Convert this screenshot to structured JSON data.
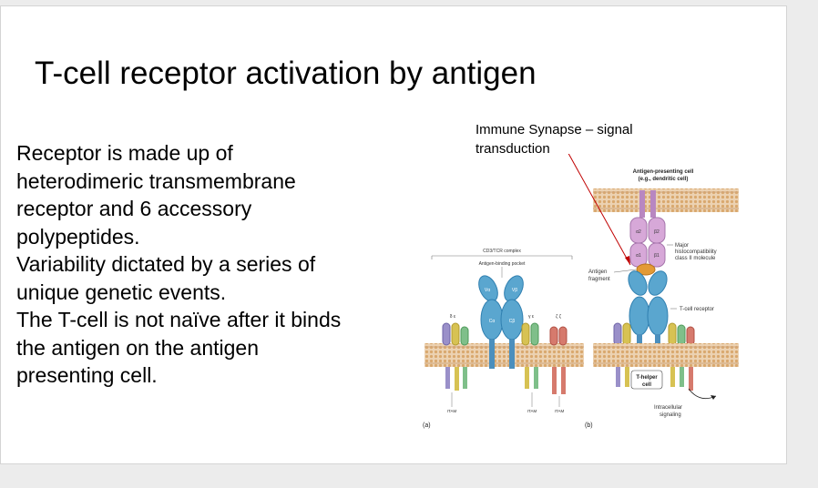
{
  "slide": {
    "title": "T-cell receptor activation by antigen",
    "body_lines": [
      "Receptor is made up of",
      "heterodimeric transmembrane",
      "receptor and 6 accessory",
      "polypeptides.",
      "Variability dictated by a series of",
      "unique genetic events.",
      "The T-cell is not naïve after it binds",
      "the antigen on the antigen",
      "presenting cell."
    ],
    "caption_line1": "Immune Synapse – signal",
    "caption_line2": "transduction"
  },
  "figure": {
    "panel_a": {
      "label": "(a)",
      "cd3_label": "CD3/TCR complex",
      "pocket_label": "Antigen-binding pocket",
      "itam_labels": [
        "ITAM",
        "ITAM",
        "ITAM"
      ],
      "chain_labels": {
        "alpha_v": "Vα",
        "beta_v": "Vβ",
        "alpha_c": "Cα",
        "beta_c": "Cβ"
      },
      "cd3_chains": [
        "δ ε",
        "γ ε",
        "ζ ζ"
      ]
    },
    "panel_b": {
      "label": "(b)",
      "apc_label_line1": "Antigen-presenting cell",
      "apc_label_line2": "(e.g., dendritic cell)",
      "mhc_label_line1": "Major",
      "mhc_label_line2": "histocompatibility",
      "mhc_label_line3": "class II molecule",
      "antigen_label_line1": "Antigen",
      "antigen_label_line2": "fragment",
      "tcr_label": "T-cell receptor",
      "thelper_line1": "T-helper",
      "thelper_line2": "cell",
      "signal_line1": "Intracellular",
      "signal_line2": "signaling",
      "mhc_chains": [
        "α2",
        "β2",
        "α1",
        "β1"
      ]
    },
    "colors": {
      "membrane": "#e3c29b",
      "membrane_dot": "#d7a66b",
      "tcr": "#5aa6cf",
      "tcr_dark": "#2f7fb0",
      "mhc": "#d7a8d8",
      "antigen": "#e39a35",
      "arrow": "#c00000"
    }
  }
}
